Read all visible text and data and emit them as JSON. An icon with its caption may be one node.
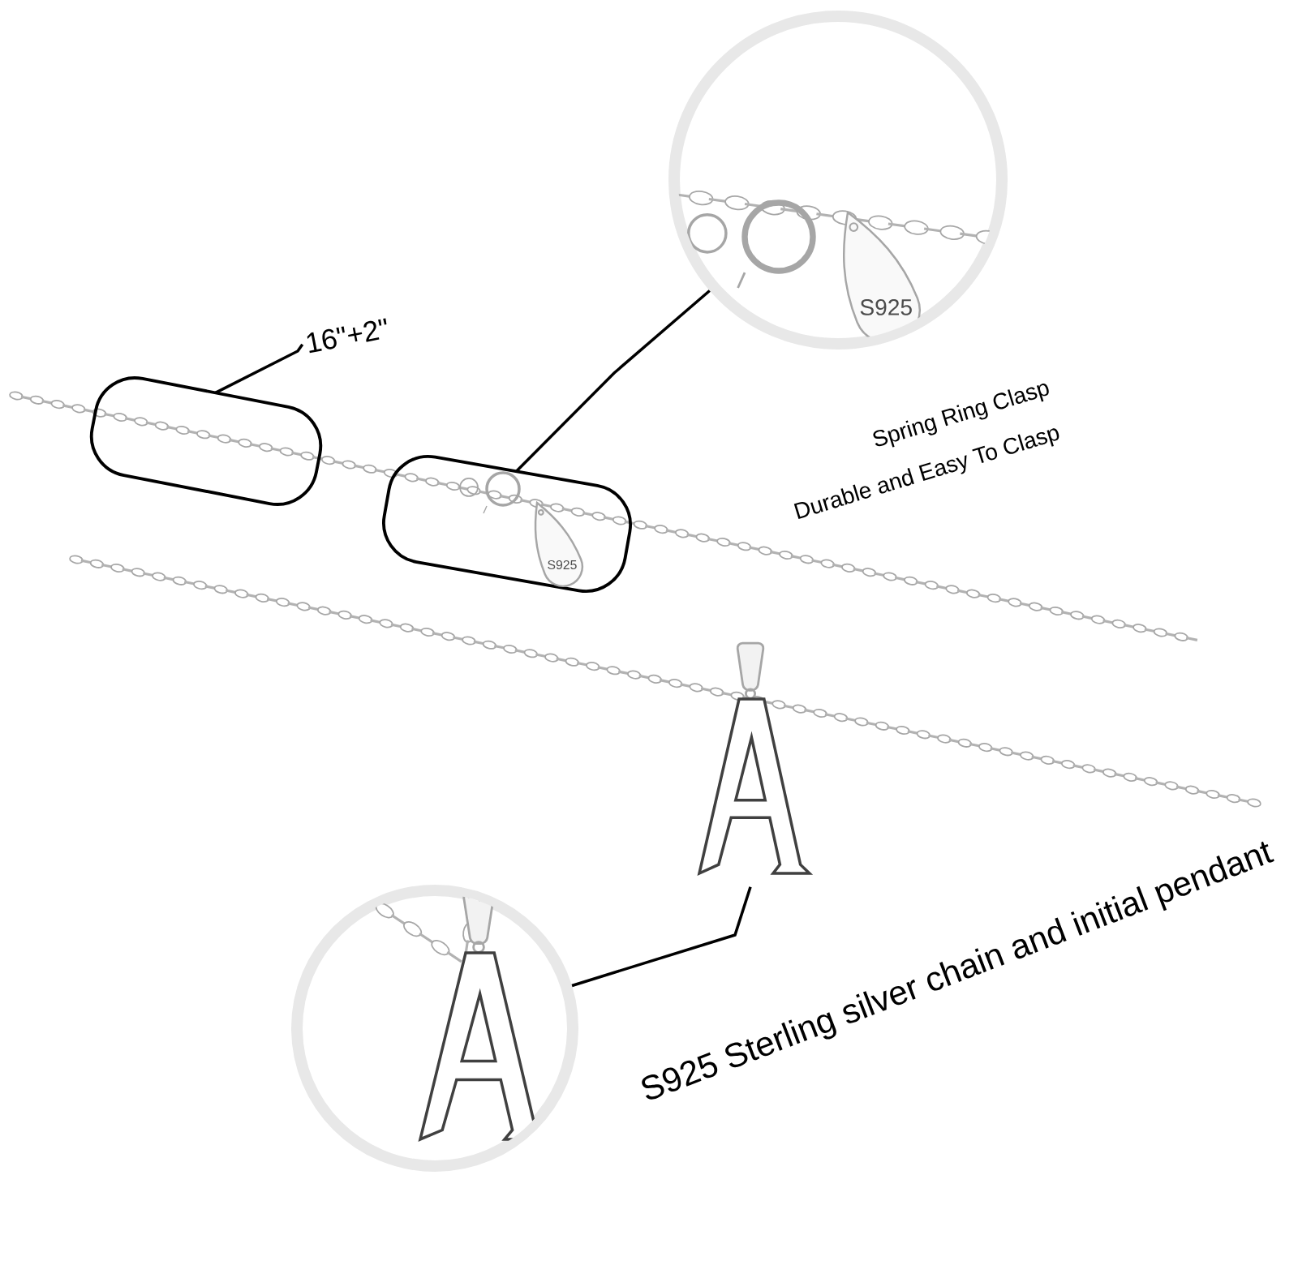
{
  "diagram": {
    "nodes": [
      {
        "text": [
          "16\"+2\""
        ]
      },
      {
        "text": [],
        "shape": "box"
      },
      {
        "text": [],
        "shape": "box"
      },
      {
        "text": [],
        "shape": "circle"
      },
      {
        "text": [],
        "shape": "picture"
      },
      {
        "text": [],
        "shape": "circle"
      }
    ],
    "edges": [
      {
        "from": 0,
        "to": 1,
        "arrow": "none"
      },
      {
        "from": 2,
        "to": 3,
        "arrow": "none"
      },
      {
        "from": 4,
        "to": 5,
        "arrow": "none"
      }
    ],
    "labels": [
      "S925",
      "Spring Ring Clasp",
      "Durable and Easy To Clasp",
      "S925",
      "S925 Sterling silver chain and initial pendant"
    ]
  }
}
